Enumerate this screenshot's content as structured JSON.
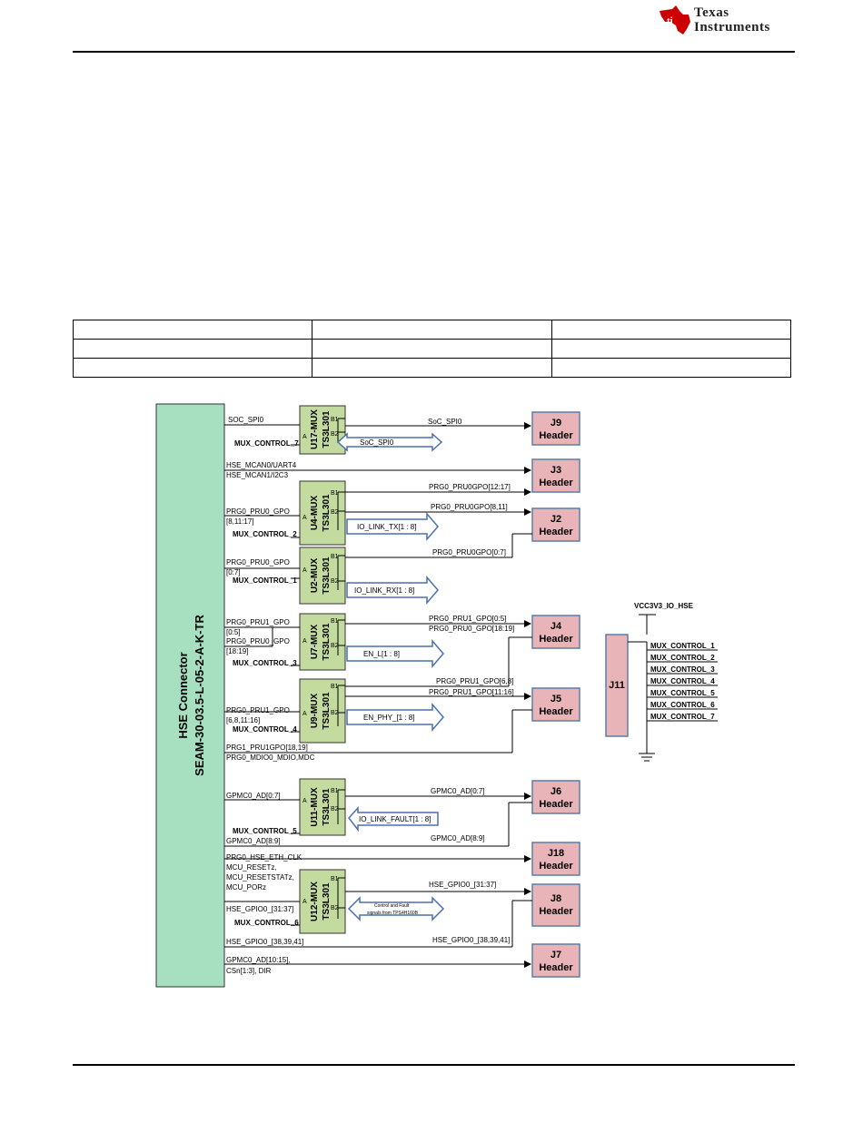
{
  "brand": {
    "line1": "Texas",
    "line2": "Instruments",
    "color": "#cc0000"
  },
  "table": {
    "rows": 3,
    "cols": 3
  },
  "connector": {
    "line1": "HSE Connector",
    "line2": "SEAM-30-03.5-L-05-2-A-K-TR",
    "fill": "#a6e0c0"
  },
  "colors": {
    "mux_fill": "#c4dba0",
    "header_fill": "#e8b4b8",
    "header_stroke": "#5a7fa8",
    "arrow_stroke": "#4a6fb0"
  },
  "muxes": [
    {
      "name": "U17-MUX",
      "part": "TS3L301",
      "a": "A",
      "b1": "B1",
      "b2": "B2",
      "control": "MUX_CONTROL_7"
    },
    {
      "name": "U4-MUX",
      "part": "TS3L301",
      "a": "A",
      "b1": "B1",
      "b2": "B2",
      "control": "MUX_CONTROL_2"
    },
    {
      "name": "U2-MUX",
      "part": "TS3L301",
      "a": "A",
      "b1": "B1",
      "b2": "B2",
      "control": "MUX_CONTROL_1"
    },
    {
      "name": "U7-MUX",
      "part": "TS3L301",
      "a": "A",
      "b1": "B1",
      "b2": "B2",
      "control": "MUX_CONTROL_3"
    },
    {
      "name": "U9-MUX",
      "part": "TS3L301",
      "a": "A",
      "b1": "B1",
      "b2": "B2",
      "control": "MUX_CONTROL_4"
    },
    {
      "name": "U11-MUX",
      "part": "TS3L301",
      "a": "A",
      "b1": "B1",
      "b2": "B2",
      "control": "MUX_CONTROL_5"
    },
    {
      "name": "U12-MUX",
      "part": "TS3L301",
      "a": "A",
      "b1": "B1",
      "b2": "B2",
      "control": "MUX_CONTROL_6"
    }
  ],
  "headers": [
    {
      "id": "J9",
      "label": "Header"
    },
    {
      "id": "J3",
      "label": "Header"
    },
    {
      "id": "J2",
      "label": "Header"
    },
    {
      "id": "J4",
      "label": "Header"
    },
    {
      "id": "J5",
      "label": "Header"
    },
    {
      "id": "J6",
      "label": "Header"
    },
    {
      "id": "J18",
      "label": "Header"
    },
    {
      "id": "J8",
      "label": "Header"
    },
    {
      "id": "J7",
      "label": "Header"
    }
  ],
  "left_signals": {
    "soc_spi": "SOC_SPI0",
    "mcan0": "HSE_MCAN0/UART4",
    "mcan1": "HSE_MCAN1/I2C3",
    "u4_gpo": "PRG0_PRU0_GPO",
    "u4_bits": "[8,11:17]",
    "u2_gpo": "PRG0_PRU0_GPO",
    "u2_bits": "[0:7]",
    "u7_gpo1": "PRG0_PRU1_GPO",
    "u7_bits1": "[0:5]",
    "u7_gpo2": "PRG0_PRU0_GPO",
    "u7_bits2": "[18:19]",
    "u9_gpo": "PRG0_PRU1_GPO",
    "u9_bits": "[6,8,11:16]",
    "prg1": "PRG1_PRU1GPO[18,19]",
    "mdio": "PRG0_MDIO0_MDIO,MDC",
    "gpmc_ad07": "GPMC0_AD[0:7]",
    "gpmc_ad89": "GPMC0_AD[8:9]",
    "eth_clk": "PRG0_HSE_ETH_CLK",
    "resets": [
      "MCU_RESETz,",
      "MCU_RESETSTATz,",
      "MCU_PORz"
    ],
    "gpio_3137": "HSE_GPIO0_[31:37]",
    "gpio_38": "HSE_GPIO0_[38,39,41]",
    "gpmc_ad1015": "GPMC0_AD[10:15],",
    "csn": "CSn[1:3], DIR"
  },
  "right_signals": {
    "soc_spi0": "SoC_SPI0",
    "soc_spi0_b": "SoC_SPI0",
    "u4_b1": "PRG0_PRU0GPO[12:17]",
    "u4_b2": "PRG0_PRU0GPO[8,11]",
    "io_link_tx": "IO_LINK_TX[1 : 8]",
    "u2_b1": "PRG0_PRU0GPO[0:7]",
    "io_link_rx": "IO_LINK_RX[1 : 8]",
    "u7_b1a": "PRG0_PRU1_GPO[0:5]",
    "u7_b1b": "PRG0_PRU0_GPO[18:19]",
    "en_l": "EN_L[1 : 8]",
    "u9_b1a": "PRG0_PRU1_GPO[6,8]",
    "u9_b1b": "PRG0_PRU1_GPO[11:16]",
    "en_phy": "EN_PHY_[1 : 8]",
    "gpmc_ad07": "GPMC0_AD[0:7]",
    "io_link_fault": "IO_LINK_FAULT[1 : 8]",
    "gpmc_ad89": "GPMC0_AD[8:9]",
    "gpio_3137": "HSE_GPIO0_[31:37]",
    "ctrl_fault1": "Control and Fault",
    "ctrl_fault2": "signals from TPS4H160B",
    "gpio_38": "HSE_GPIO0_[38,39,41]"
  },
  "j11": {
    "name": "J11",
    "power": "VCC3V3_IO_HSE",
    "pins": [
      "MUX_CONTROL_1",
      "MUX_CONTROL_2",
      "MUX_CONTROL_3",
      "MUX_CONTROL_4",
      "MUX_CONTROL_5",
      "MUX_CONTROL_6",
      "MUX_CONTROL_7"
    ]
  }
}
